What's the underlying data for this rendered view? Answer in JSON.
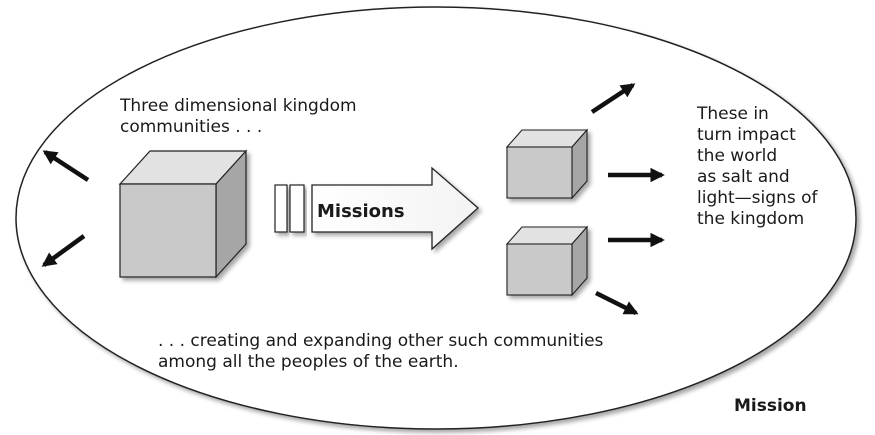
{
  "labels": {
    "intro": [
      "Three dimensional kingdom",
      "communities . . ."
    ],
    "arrow": "Missions",
    "impact": [
      "These in",
      "turn impact",
      "the world",
      "as salt and",
      "light—signs of",
      "the kingdom"
    ],
    "bottom": [
      ". . . creating and expanding other such communities",
      "among all the peoples of the earth."
    ],
    "corner": "Mission"
  },
  "colors": {
    "outline": "#222222",
    "cube_front": "#c9c9c9",
    "cube_top": "#e2e2e2",
    "cube_side": "#a6a6a6",
    "arrow_dark": "#111111",
    "text": "#1a1a1a"
  }
}
